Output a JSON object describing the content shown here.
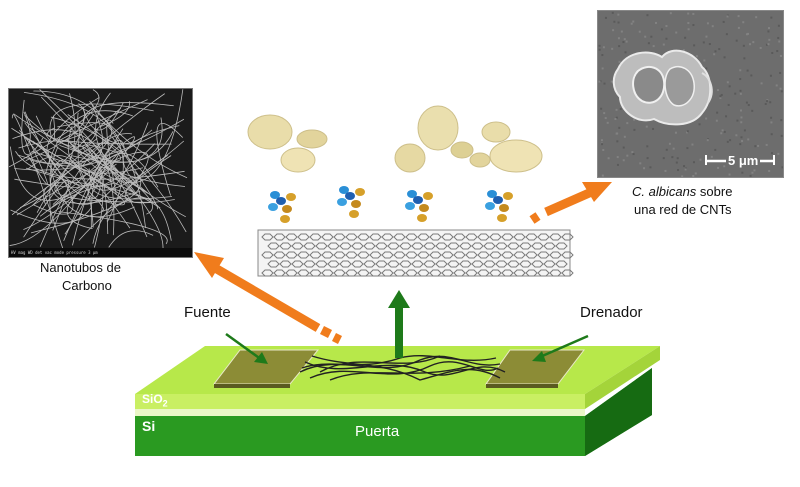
{
  "labels": {
    "cnt_caption_line1": "Nanotubos de",
    "cnt_caption_line2": "Carbono",
    "albicans_italic": "C. albicans",
    "albicans_rest": " sobre",
    "albicans_line2": "una red de CNTs",
    "source": "Fuente",
    "drain": "Drenador",
    "sio2": "SiO",
    "sio2_sub": "2",
    "si": "Si",
    "gate": "Puerta",
    "scale_bar": "5 μm",
    "sem_info": "HV  mag  WD  det  vac mode  pressure   3 μm"
  },
  "colors": {
    "sio2_layer": "#c9ef63",
    "si_layer": "#2a9a21",
    "electrode": "#8c8c36",
    "arrow_orange": "#f07c1c",
    "arrow_green": "#1e7a1a",
    "yeast": "#e9ddaa",
    "antibody_blue": "#2a8fd6",
    "antibody_gold": "#d6a02a"
  }
}
